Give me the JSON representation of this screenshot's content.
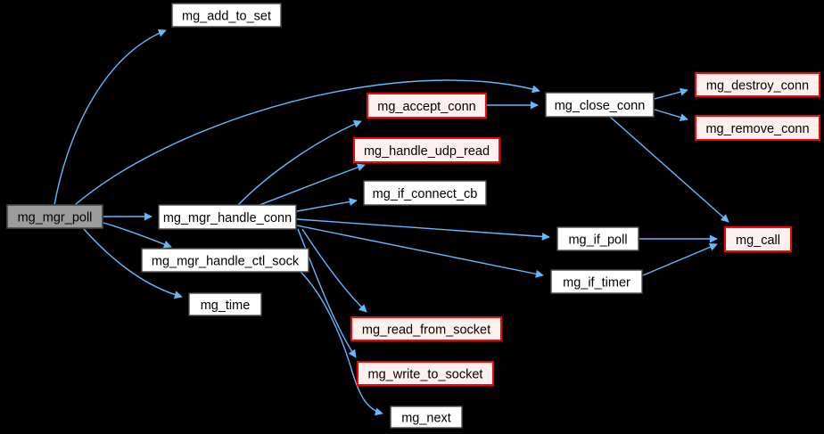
{
  "graph": {
    "type": "call-graph",
    "root_function": "mg_mgr_poll",
    "background_color": "#000000",
    "edge_color": "#63b8ff",
    "colors": {
      "node_fill": "#ffffff",
      "node_border": "#4a4a4a",
      "root_fill": "#9c9c9c",
      "truncated_fill": "#fff0f0",
      "truncated_border": "#ff0000",
      "text": "#000000"
    },
    "nodes": [
      {
        "id": "mg_mgr_poll",
        "label": "mg_mgr_poll",
        "style": "root"
      },
      {
        "id": "mg_add_to_set",
        "label": "mg_add_to_set",
        "style": "normal"
      },
      {
        "id": "mg_accept_conn",
        "label": "mg_accept_conn",
        "style": "truncated"
      },
      {
        "id": "mg_handle_udp_read",
        "label": "mg_handle_udp_read",
        "style": "truncated"
      },
      {
        "id": "mg_if_connect_cb",
        "label": "mg_if_connect_cb",
        "style": "normal"
      },
      {
        "id": "mg_mgr_handle_conn",
        "label": "mg_mgr_handle_conn",
        "style": "normal"
      },
      {
        "id": "mg_mgr_handle_ctl_sock",
        "label": "mg_mgr_handle_ctl_sock",
        "style": "normal"
      },
      {
        "id": "mg_time",
        "label": "mg_time",
        "style": "normal"
      },
      {
        "id": "mg_close_conn",
        "label": "mg_close_conn",
        "style": "normal"
      },
      {
        "id": "mg_destroy_conn",
        "label": "mg_destroy_conn",
        "style": "truncated"
      },
      {
        "id": "mg_remove_conn",
        "label": "mg_remove_conn",
        "style": "truncated"
      },
      {
        "id": "mg_if_poll",
        "label": "mg_if_poll",
        "style": "normal"
      },
      {
        "id": "mg_if_timer",
        "label": "mg_if_timer",
        "style": "normal"
      },
      {
        "id": "mg_call",
        "label": "mg_call",
        "style": "truncated"
      },
      {
        "id": "mg_read_from_socket",
        "label": "mg_read_from_socket",
        "style": "truncated"
      },
      {
        "id": "mg_write_to_socket",
        "label": "mg_write_to_socket",
        "style": "truncated"
      },
      {
        "id": "mg_next",
        "label": "mg_next",
        "style": "normal"
      }
    ],
    "edges": [
      {
        "from": "mg_mgr_poll",
        "to": "mg_add_to_set"
      },
      {
        "from": "mg_mgr_poll",
        "to": "mg_close_conn"
      },
      {
        "from": "mg_mgr_poll",
        "to": "mg_mgr_handle_conn"
      },
      {
        "from": "mg_mgr_poll",
        "to": "mg_mgr_handle_ctl_sock"
      },
      {
        "from": "mg_mgr_poll",
        "to": "mg_time"
      },
      {
        "from": "mg_mgr_handle_conn",
        "to": "mg_accept_conn"
      },
      {
        "from": "mg_mgr_handle_conn",
        "to": "mg_handle_udp_read"
      },
      {
        "from": "mg_mgr_handle_conn",
        "to": "mg_if_connect_cb"
      },
      {
        "from": "mg_mgr_handle_conn",
        "to": "mg_if_poll"
      },
      {
        "from": "mg_mgr_handle_conn",
        "to": "mg_if_timer"
      },
      {
        "from": "mg_mgr_handle_conn",
        "to": "mg_read_from_socket"
      },
      {
        "from": "mg_mgr_handle_conn",
        "to": "mg_write_to_socket"
      },
      {
        "from": "mg_mgr_handle_ctl_sock",
        "to": "mg_next"
      },
      {
        "from": "mg_accept_conn",
        "to": "mg_close_conn"
      },
      {
        "from": "mg_close_conn",
        "to": "mg_destroy_conn"
      },
      {
        "from": "mg_close_conn",
        "to": "mg_remove_conn"
      },
      {
        "from": "mg_close_conn",
        "to": "mg_call"
      },
      {
        "from": "mg_if_poll",
        "to": "mg_call"
      },
      {
        "from": "mg_if_timer",
        "to": "mg_call"
      }
    ]
  }
}
